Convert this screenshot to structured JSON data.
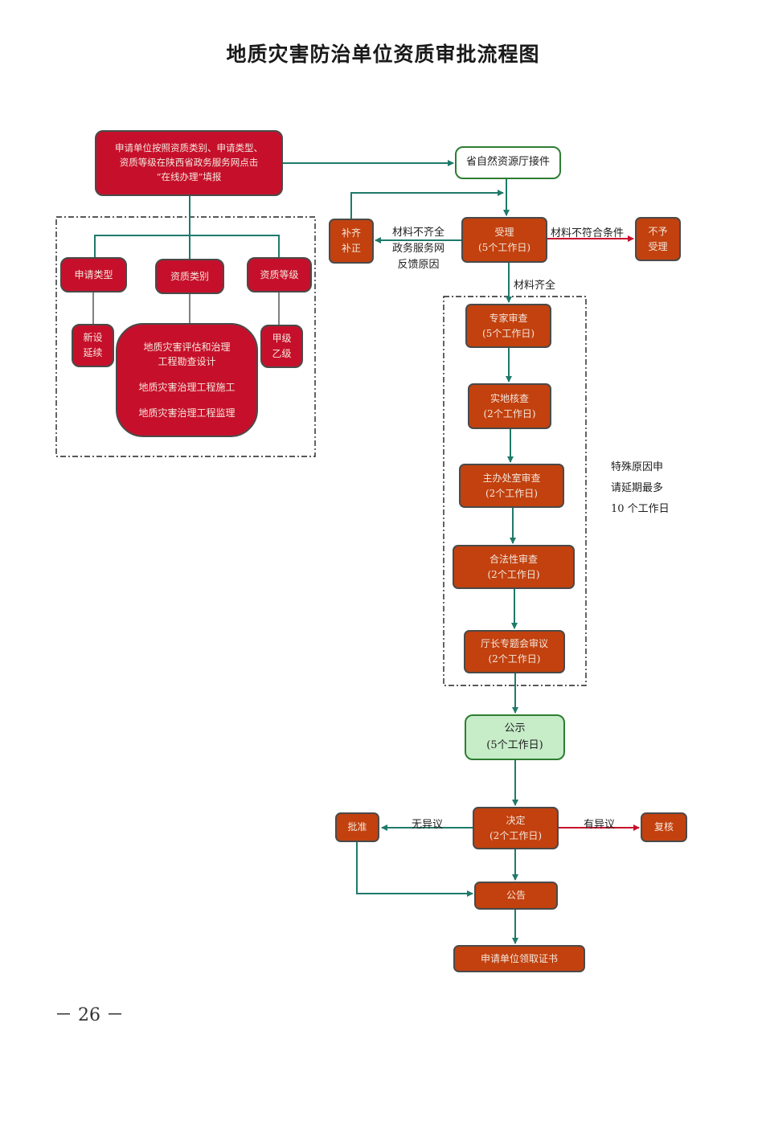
{
  "title": "地质灾害防治单位资质审批流程图",
  "page_number": "－ 26 －",
  "colors": {
    "flow_line": "#1f7a6a",
    "reject_arrow": "#c8102e",
    "box_red": "#c6102b",
    "box_orange": "#c2410e",
    "box_green": "#c6ecc8"
  },
  "left": {
    "apply_box": "申请单位按照资质类别、申请类型、\n资质等级在陕西省政务服务网点击\n“在线办理”填报",
    "categories": [
      "申请类型",
      "资质类别",
      "资质等级"
    ],
    "apply_types": "新设\n延续",
    "qual_types": [
      "地质灾害评估和治理\n工程勘查设计",
      "地质灾害治理工程施工",
      "地质灾害治理工程监理"
    ],
    "grades": "甲级\n乙级"
  },
  "flow": {
    "receive": "省自然资源厅接件",
    "supplement": "补齐\n补正",
    "accept": "受理\n(5个工作日)",
    "reject": "不予\n受理",
    "expert_review": "专家审查\n(5个工作日)",
    "site_check": "实地核查\n(2个工作日)",
    "dept_review": "主办处室审查\n(2个工作日)",
    "legal_review": "合法性审查\n(2个工作日)",
    "director_meeting": "厅长专题会审议\n(2个工作日)",
    "publicity": "公示\n(5个工作日)",
    "decision": "决定\n(2个工作日)",
    "approve": "批准",
    "recheck": "复核",
    "announce": "公告",
    "certificate": "申请单位领取证书"
  },
  "labels": {
    "incomplete": "材料不齐全\n政务服务网\n反馈原因",
    "not_qualified": "材料不符合条件",
    "complete": "材料齐全",
    "no_objection": "无异议",
    "objection": "有异议"
  },
  "side_note": "特殊原因申\n请延期最多\n10 个工作日"
}
